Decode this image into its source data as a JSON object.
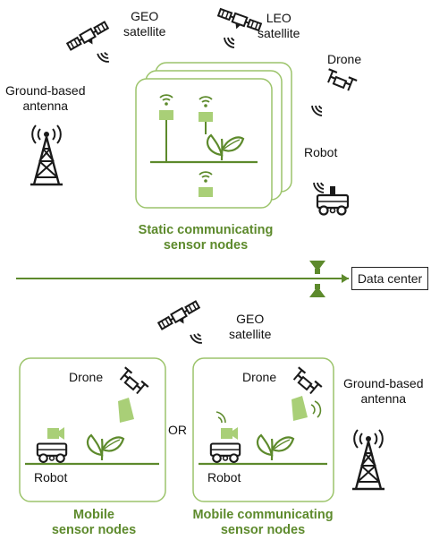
{
  "labels": {
    "geo_top": [
      "GEO",
      "satellite"
    ],
    "leo_top": [
      "LEO",
      "satellite"
    ],
    "drone_top": "Drone",
    "antenna_top": [
      "Ground-based",
      "antenna"
    ],
    "robot_top": "Robot",
    "static_nodes": [
      "Static communicating",
      "sensor nodes"
    ],
    "data_center": "Data center",
    "geo_bottom": [
      "GEO",
      "satellite"
    ],
    "drone_left": "Drone",
    "robot_left": "Robot",
    "or": "OR",
    "drone_right": "Drone",
    "robot_right": "Robot",
    "antenna_bottom": [
      "Ground-based",
      "antenna"
    ],
    "mobile_nodes": [
      "Mobile",
      "sensor nodes"
    ],
    "mobile_comm_nodes": [
      "Mobile communicating",
      "sensor nodes"
    ]
  },
  "colors": {
    "accent_green": "#5d8a2c",
    "light_green": "#a9cf77",
    "box_border": "#9cc46b",
    "ink": "#1a1a1a"
  },
  "icons": [
    "satellite-icon",
    "antenna-tower-icon",
    "drone-icon",
    "robot-icon",
    "sensor-node-icon",
    "plant-icon",
    "camera-icon",
    "wifi-signal-icon",
    "bidirectional-arrow-icon"
  ]
}
